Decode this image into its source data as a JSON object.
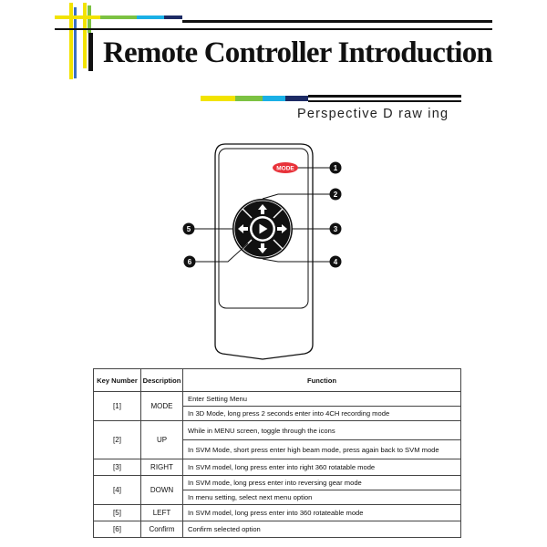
{
  "header": {
    "title": "Remote Controller Introduction",
    "subtitle": "Perspective D raw  ing"
  },
  "colors": {
    "accent_yellow": "#f2e300",
    "accent_green": "#7cc242",
    "accent_cyan": "#1ab0e6",
    "accent_navy": "#1d2b64",
    "accent_blue": "#3a6fc4",
    "button_red": "#e8323a",
    "black": "#111111"
  },
  "remote": {
    "mode_button_label": "MODE",
    "icons": [
      "up-arrow-icon",
      "right-arrow-icon",
      "down-arrow-icon",
      "left-arrow-icon",
      "confirm-play-icon"
    ],
    "callouts": [
      "1",
      "2",
      "3",
      "4",
      "5",
      "6"
    ]
  },
  "table": {
    "headers": [
      "Key Number",
      "Description",
      "Function"
    ],
    "groups": [
      {
        "key": "[1]",
        "desc": "MODE",
        "functions": [
          "Enter Setting Menu",
          "In 3D Mode, long press 2 seconds enter into 4CH recording mode"
        ]
      },
      {
        "key": "[2]",
        "desc": "UP",
        "functions": [
          "While in MENU screen, toggle through the icons",
          "In SVM Mode, short press enter high beam mode, press again back to SVM mode"
        ]
      },
      {
        "key": "[3]",
        "desc": "RIGHT",
        "functions": [
          "In SVM model, long press enter into right 360 rotatable mode"
        ]
      },
      {
        "key": "[4]",
        "desc": "DOWN",
        "functions": [
          "In SVM mode, long press enter into reversing gear mode",
          "In menu setting, select next menu option"
        ]
      },
      {
        "key": "[5]",
        "desc": "LEFT",
        "functions": [
          "In SVM model, long press enter into 360 rotateable mode"
        ]
      },
      {
        "key": "[6]",
        "desc": "Confirm",
        "functions": [
          "Confirm selected option"
        ]
      }
    ]
  }
}
